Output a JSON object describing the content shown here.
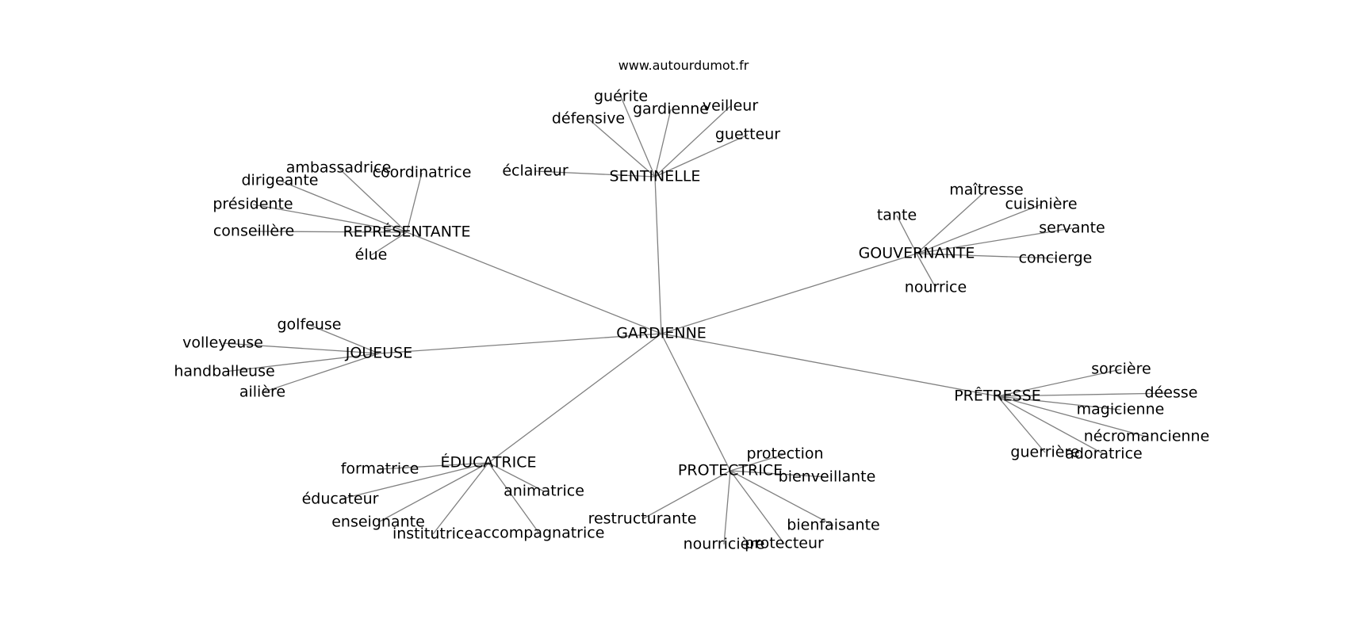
{
  "source_text": "www.autourdumot.fr",
  "colors": {
    "edge": "#808080",
    "text": "#000000",
    "background": "#ffffff"
  },
  "graph": {
    "center": "GARDIENNE",
    "clusters": [
      {
        "label": "SENTINELLE",
        "leaves": [
          "éclaireur",
          "défensive",
          "guérite",
          "gardienne",
          "veilleur",
          "guetteur"
        ]
      },
      {
        "label": "REPRÉSENTANTE",
        "leaves": [
          "ambassadrice",
          "coordinatrice",
          "dirigeante",
          "présidente",
          "conseillère",
          "élue"
        ]
      },
      {
        "label": "GOUVERNANTE",
        "leaves": [
          "tante",
          "maîtresse",
          "cuisinière",
          "servante",
          "concierge",
          "nourrice"
        ]
      },
      {
        "label": "JOUEUSE",
        "leaves": [
          "golfeuse",
          "volleyeuse",
          "handballeuse",
          "ailière"
        ]
      },
      {
        "label": "PRÊTRESSE",
        "leaves": [
          "sorcière",
          "déesse",
          "magicienne",
          "nécromancienne",
          "guerrière",
          "adoratrice"
        ]
      },
      {
        "label": "ÉDUCATRICE",
        "leaves": [
          "formatrice",
          "éducateur",
          "enseignante",
          "institutrice",
          "accompagnatrice",
          "animatrice"
        ]
      },
      {
        "label": "PROTECTRICE",
        "leaves": [
          "protection",
          "bienveillante",
          "restructurante",
          "nourricière",
          "protecteur",
          "bienfaisante"
        ]
      }
    ]
  }
}
